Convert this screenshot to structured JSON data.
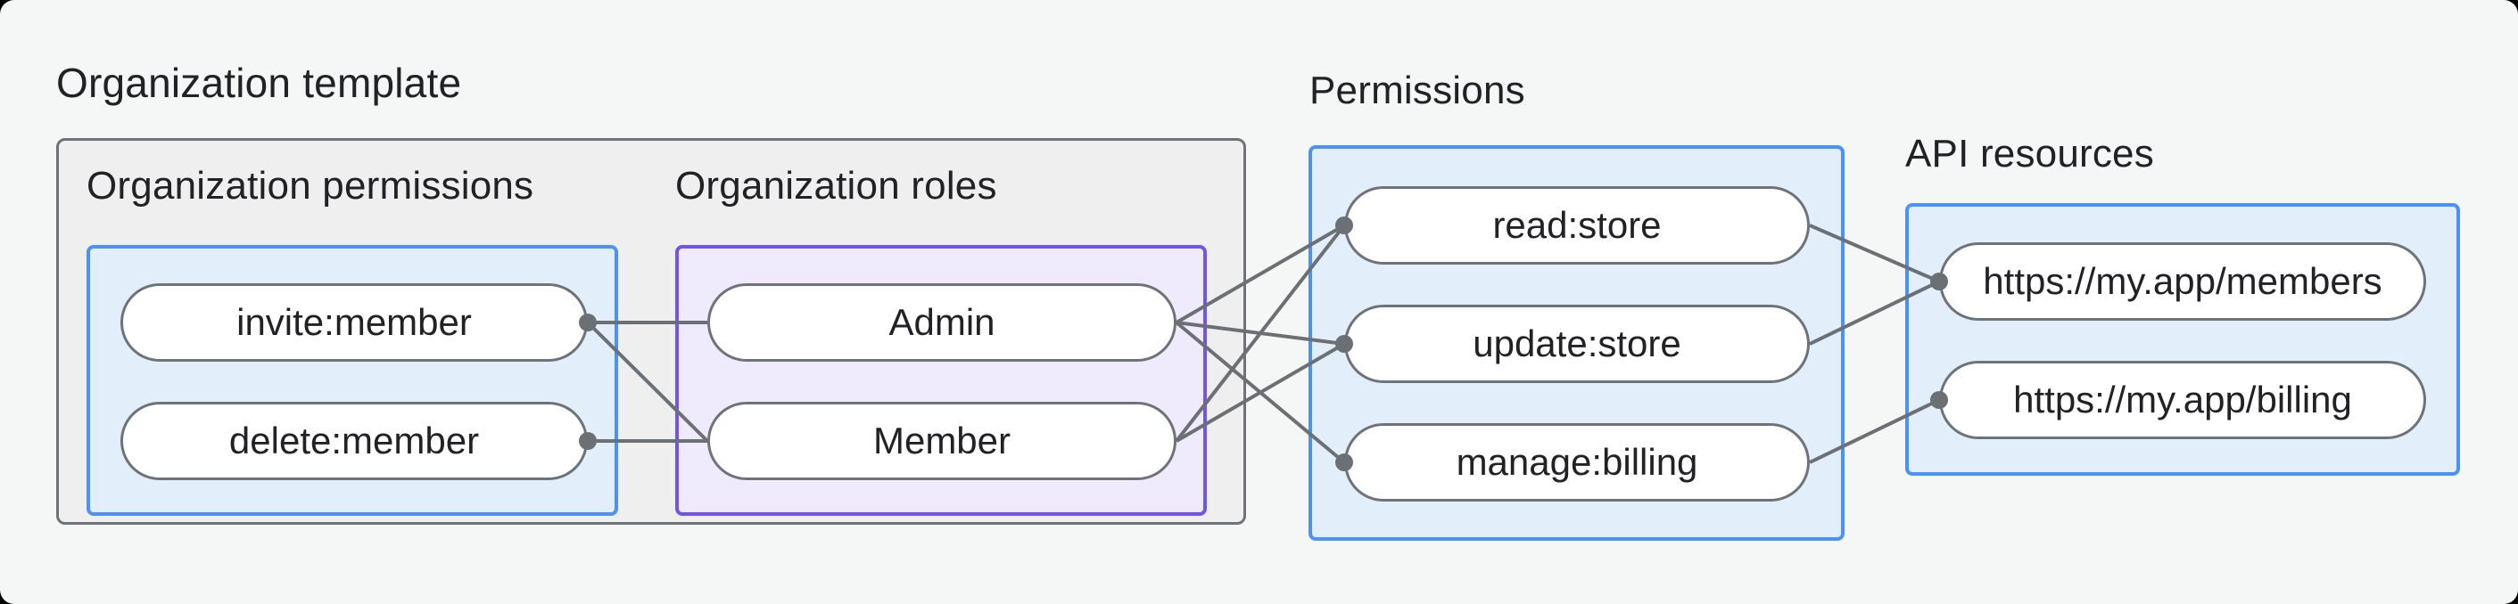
{
  "title": "Organization template",
  "groups": {
    "org_permissions": {
      "label": "Organization permissions",
      "nodes": [
        "invite:member",
        "delete:member"
      ]
    },
    "org_roles": {
      "label": "Organization roles",
      "nodes": [
        "Admin",
        "Member"
      ]
    },
    "permissions": {
      "label": "Permissions",
      "nodes": [
        "read:store",
        "update:store",
        "manage:billing"
      ]
    },
    "api_resources": {
      "label": "API resources",
      "nodes": [
        "https://my.app/members",
        "https://my.app/billing"
      ]
    }
  },
  "edges": [
    {
      "from": "invite:member",
      "to": "Admin"
    },
    {
      "from": "invite:member",
      "to": "Member"
    },
    {
      "from": "delete:member",
      "to": "Member"
    },
    {
      "from": "Admin",
      "to": "read:store"
    },
    {
      "from": "Admin",
      "to": "update:store"
    },
    {
      "from": "Admin",
      "to": "manage:billing"
    },
    {
      "from": "Member",
      "to": "read:store"
    },
    {
      "from": "Member",
      "to": "update:store"
    },
    {
      "from": "read:store",
      "to": "https://my.app/members"
    },
    {
      "from": "update:store",
      "to": "https://my.app/members"
    },
    {
      "from": "manage:billing",
      "to": "https://my.app/billing"
    }
  ],
  "colors": {
    "page_background": "#f5f6f6",
    "template_box_fill": "#efefef",
    "template_box_border": "#6e7378",
    "blue_box_fill": "#e3eefb",
    "blue_box_border": "#4b92f8",
    "purple_box_fill": "#f0ebfc",
    "purple_box_border": "#7253ee",
    "pill_fill": "#ffffff",
    "pill_border": "#6e7378",
    "edge_line": "#6b7075",
    "text": "#212126"
  }
}
